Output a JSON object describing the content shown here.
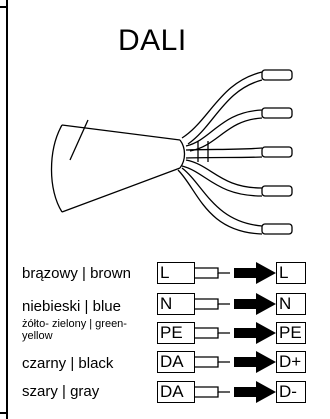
{
  "title": "DALI",
  "rows": [
    {
      "label": "brązowy | brown",
      "from": "L",
      "to": "L"
    },
    {
      "label": "niebieski | blue",
      "from": "N",
      "to": "N"
    },
    {
      "label": "żółto- zielony | green-yellow",
      "from": "PE",
      "to": "PE"
    },
    {
      "label": "czarny | black",
      "from": "DA",
      "to": "D+"
    },
    {
      "label": "szary | gray",
      "from": "DA",
      "to": "D-"
    }
  ]
}
